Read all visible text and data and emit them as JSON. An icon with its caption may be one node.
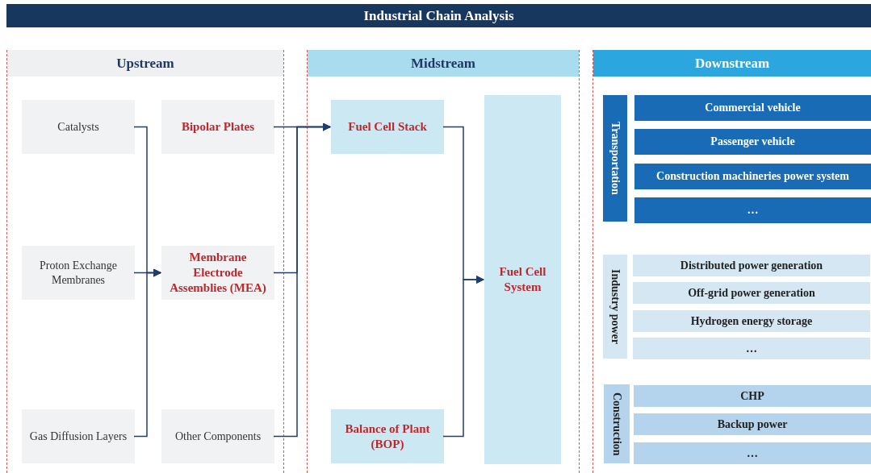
{
  "diagram": {
    "title": "Industrial Chain Analysis",
    "nodes": [
      {
        "text": [
          "Upstream"
        ]
      },
      {
        "text": [
          "Catalysts"
        ],
        "in": 0
      },
      {
        "text": [
          "Bipolar Plates"
        ],
        "in": 0
      },
      {
        "text": [
          "Proton Exchange Membranes"
        ],
        "in": 0
      },
      {
        "text": [
          "Membrane Electrode Assemblies (MEA)"
        ],
        "in": 0
      },
      {
        "text": [
          "Gas Diffusion Layers"
        ],
        "in": 0
      },
      {
        "text": [
          "Other Components"
        ],
        "in": 0
      },
      {
        "text": [
          "Midstream"
        ]
      },
      {
        "text": [
          "Fuel Cell Stack"
        ],
        "in": 7
      },
      {
        "text": [
          "Fuel Cell System"
        ],
        "in": 7
      },
      {
        "text": [
          "Balance of Plant (BOP)"
        ],
        "in": 7
      },
      {
        "text": [
          "Downstream"
        ]
      },
      {
        "text": [
          "Transportation"
        ],
        "in": 11
      },
      {
        "text": [
          "Commercial vehicle"
        ],
        "in": 11
      },
      {
        "text": [
          "Passenger vehicle"
        ],
        "in": 11
      },
      {
        "text": [
          "Construction machineries power system"
        ],
        "in": 11
      },
      {
        "text": [
          "…"
        ],
        "in": 11
      },
      {
        "text": [
          "Industry power"
        ],
        "in": 11
      },
      {
        "text": [
          "Distributed power generation"
        ],
        "in": 11
      },
      {
        "text": [
          "Off-grid power generation"
        ],
        "in": 11
      },
      {
        "text": [
          "Hydrogen energy storage"
        ],
        "in": 11
      },
      {
        "text": [
          "…"
        ],
        "in": 11
      },
      {
        "text": [
          "Construction"
        ],
        "in": 11
      },
      {
        "text": [
          "CHP"
        ],
        "in": 11
      },
      {
        "text": [
          "Backup power"
        ],
        "in": 11
      },
      {
        "text": [
          "…"
        ],
        "in": 11
      }
    ],
    "edges": [
      {
        "from": 1,
        "to": 4,
        "arrow": "to"
      },
      {
        "from": 3,
        "to": 4,
        "arrow": "to"
      },
      {
        "from": 5,
        "to": 4,
        "arrow": "to"
      },
      {
        "from": 2,
        "to": 8,
        "arrow": "to"
      },
      {
        "from": 4,
        "to": 8,
        "arrow": "to"
      },
      {
        "from": 6,
        "to": 8,
        "arrow": "to"
      },
      {
        "from": 8,
        "to": 9,
        "arrow": "to"
      },
      {
        "from": 10,
        "to": 9,
        "arrow": "to"
      }
    ]
  }
}
